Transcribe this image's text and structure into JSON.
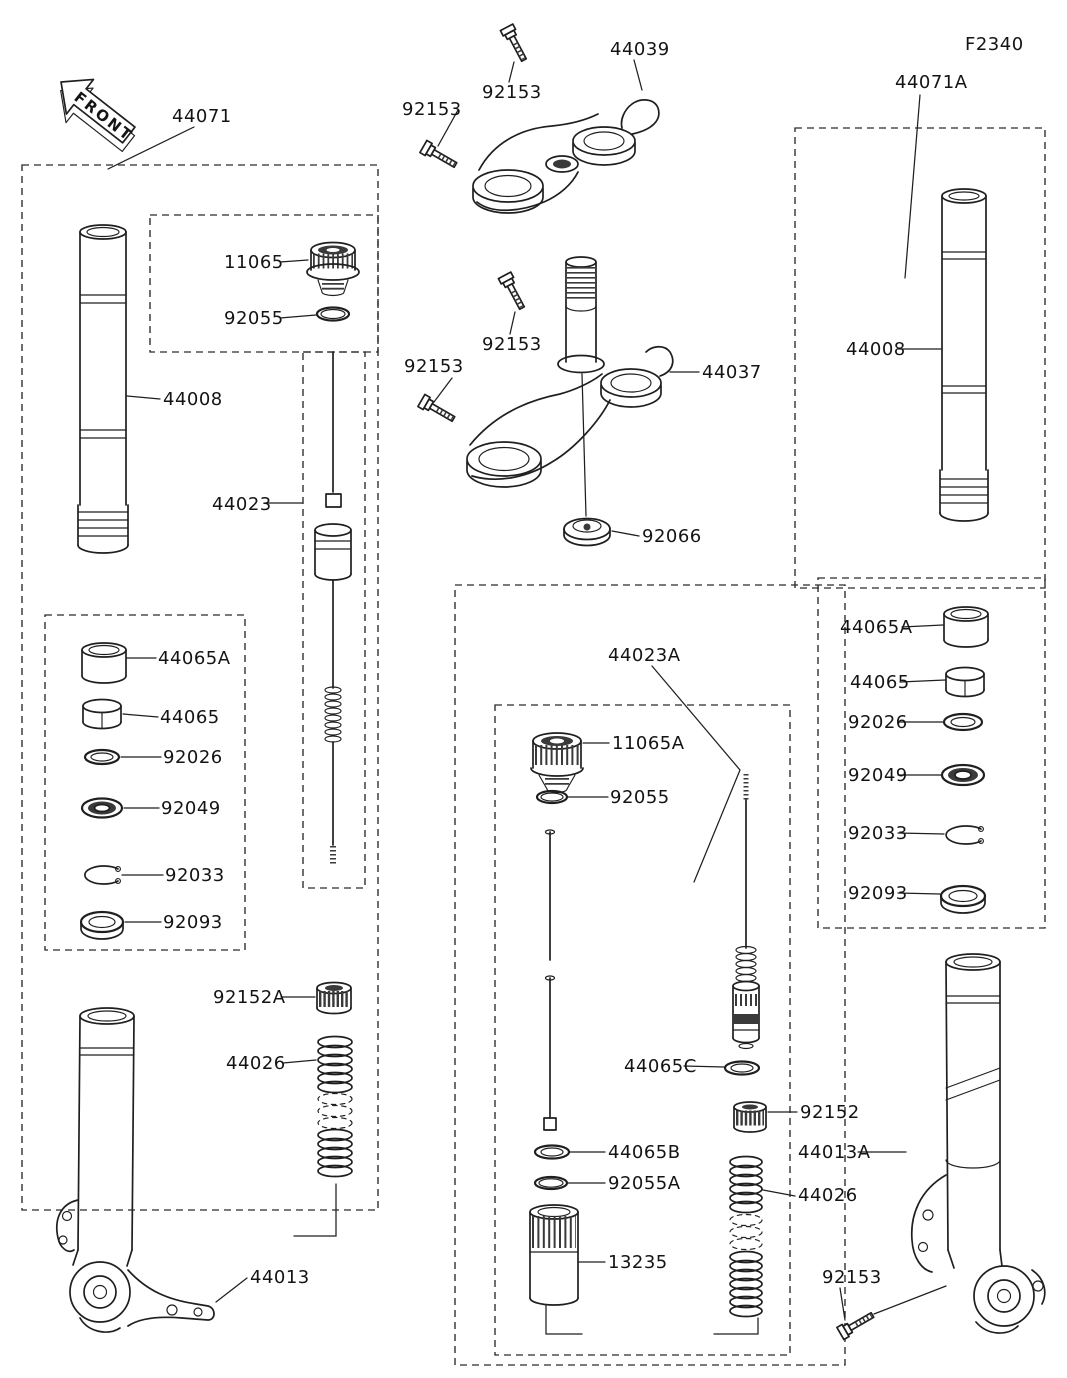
{
  "page": {
    "code": "F2340"
  },
  "front_marker": "FRONT",
  "colors": {
    "ink": "#1f1f1f",
    "background": "#ffffff"
  },
  "labels": {
    "p44071": "44071",
    "p92153_top1": "92153",
    "p44039": "44039",
    "p92153_top2": "92153",
    "p11065": "11065",
    "p92055_left": "92055",
    "p44008_left": "44008",
    "p44023": "44023",
    "p92153_mid1": "92153",
    "p44037": "44037",
    "p92153_mid2": "92153",
    "p92066": "92066",
    "p44071a": "44071A",
    "p44008_right": "44008",
    "p44065a_right": "44065A",
    "p44065_right": "44065",
    "p92026_right": "92026",
    "p92049_right": "92049",
    "p92033_right": "92033",
    "p92093_right": "92093",
    "p44023a": "44023A",
    "p11065a": "11065A",
    "p92055_center": "92055",
    "p44065c": "44065C",
    "p92152": "92152",
    "p44013a": "44013A",
    "p44065b": "44065B",
    "p92055a": "92055A",
    "p13235": "13235",
    "p44026_center": "44026",
    "p92153_bottom": "92153",
    "p92152a": "92152A",
    "p44026_left": "44026",
    "p44013": "44013",
    "p44065a_left": "44065A",
    "p44065_left": "44065",
    "p92026_left": "92026",
    "p92049_left": "92049",
    "p92033_left": "92033",
    "p92093_left": "92093"
  }
}
